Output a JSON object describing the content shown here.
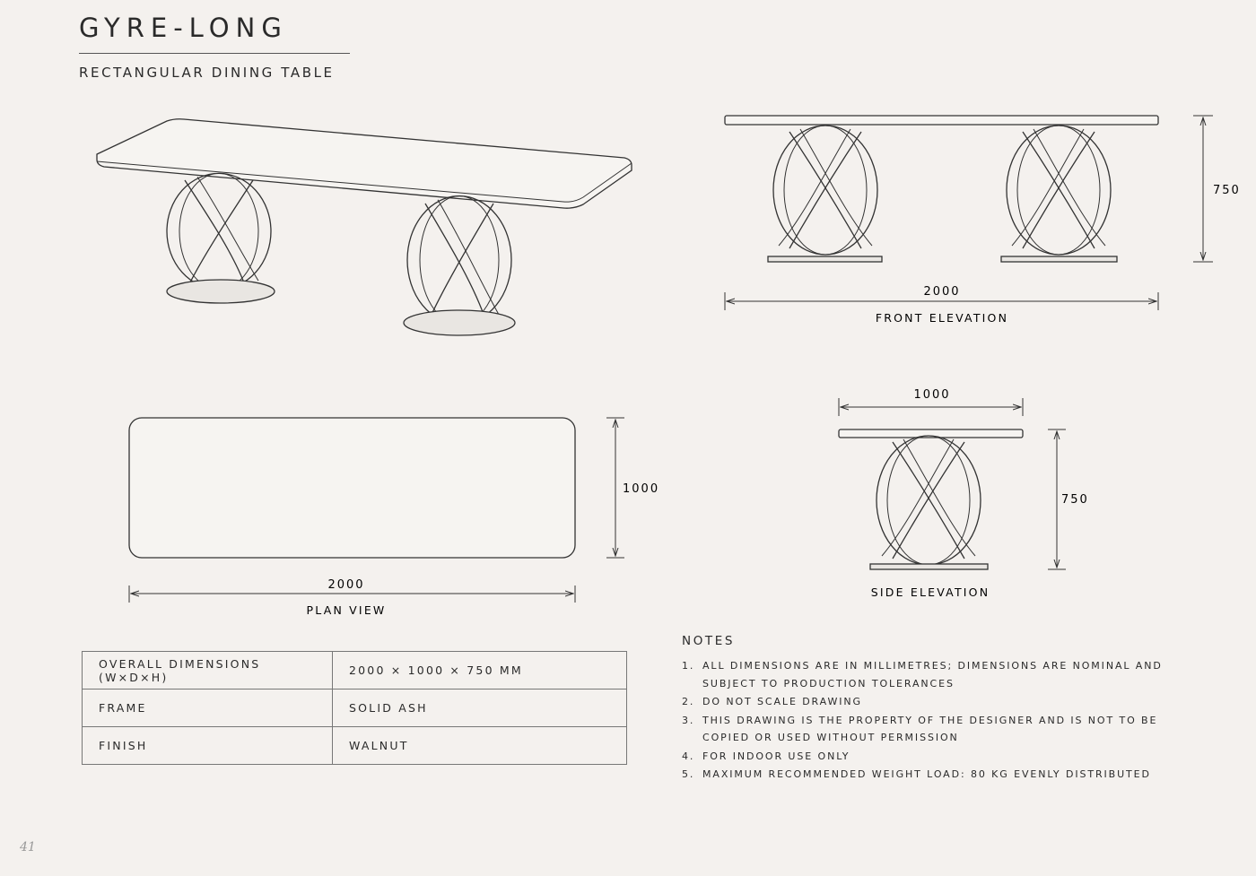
{
  "header": {
    "title": "GYRE-LONG",
    "subtitle": "RECTANGULAR DINING TABLE"
  },
  "views": {
    "front_elevation": {
      "label": "FRONT ELEVATION",
      "width_dim": "2000",
      "height_dim": "750"
    },
    "plan_view": {
      "label": "PLAN VIEW",
      "width_dim": "2000",
      "depth_dim": "1000"
    },
    "side_elevation": {
      "label": "SIDE ELEVATION",
      "width_dim": "1000",
      "height_dim": "750"
    }
  },
  "specs": [
    {
      "key": "OVERALL DIMENSIONS (W×D×H)",
      "value": "2000 × 1000 × 750 MM"
    },
    {
      "key": "FRAME",
      "value": "SOLID ASH"
    },
    {
      "key": "FINISH",
      "value": "WALNUT"
    }
  ],
  "notes": {
    "heading": "NOTES",
    "items": [
      {
        "num": "1.",
        "text": "ALL DIMENSIONS ARE IN MILLIMETRES; DIMENSIONS ARE NOMINAL AND SUBJECT TO PRODUCTION TOLERANCES"
      },
      {
        "num": "2.",
        "text": "DO NOT SCALE DRAWING"
      },
      {
        "num": "3.",
        "text": "THIS DRAWING IS THE PROPERTY OF THE DESIGNER AND IS NOT TO BE COPIED OR USED WITHOUT PERMISSION"
      },
      {
        "num": "4.",
        "text": "FOR INDOOR USE ONLY"
      },
      {
        "num": "5.",
        "text": "MAXIMUM RECOMMENDED WEIGHT LOAD: 80 KG EVENLY DISTRIBUTED"
      }
    ]
  },
  "footer": {
    "page_number": "41"
  },
  "colors": {
    "background": "#f4f1ee",
    "ink": "#2a2a2a"
  }
}
